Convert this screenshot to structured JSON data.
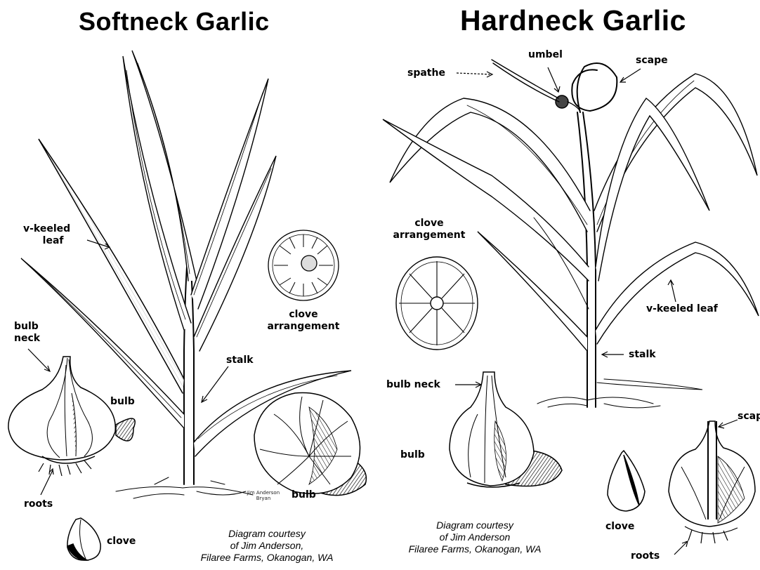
{
  "softneck": {
    "title": "Softneck Garlic",
    "labels": {
      "vkeeled_leaf_1": "v-keeled",
      "vkeeled_leaf_2": "leaf",
      "bulb_neck_1": "bulb",
      "bulb_neck_2": "neck",
      "bulb_left": "bulb",
      "roots": "roots",
      "clove": "clove",
      "stalk": "stalk",
      "clove_arrangement_1": "clove",
      "clove_arrangement_2": "arrangement",
      "bulb_right": "bulb"
    },
    "signature_1": "Jim Anderson",
    "signature_2": "Bryan",
    "credit": [
      "Diagram courtesy",
      "of Jim Anderson,",
      "Filaree Farms, Okanogan, WA"
    ]
  },
  "hardneck": {
    "title": "Hardneck Garlic",
    "labels": {
      "spathe": "spathe",
      "umbel": "umbel",
      "scape_top": "scape",
      "clove_arrangement_1": "clove",
      "clove_arrangement_2": "arrangement",
      "vkeeled_leaf": "v-keeled leaf",
      "stalk": "stalk",
      "bulb_neck": "bulb neck",
      "bulb": "bulb",
      "scape_right": "scap",
      "clove": "clove",
      "roots": "roots"
    },
    "credit": [
      "Diagram courtesy",
      "of Jim Anderson",
      "Filaree Farms, Okanogan, WA"
    ]
  }
}
